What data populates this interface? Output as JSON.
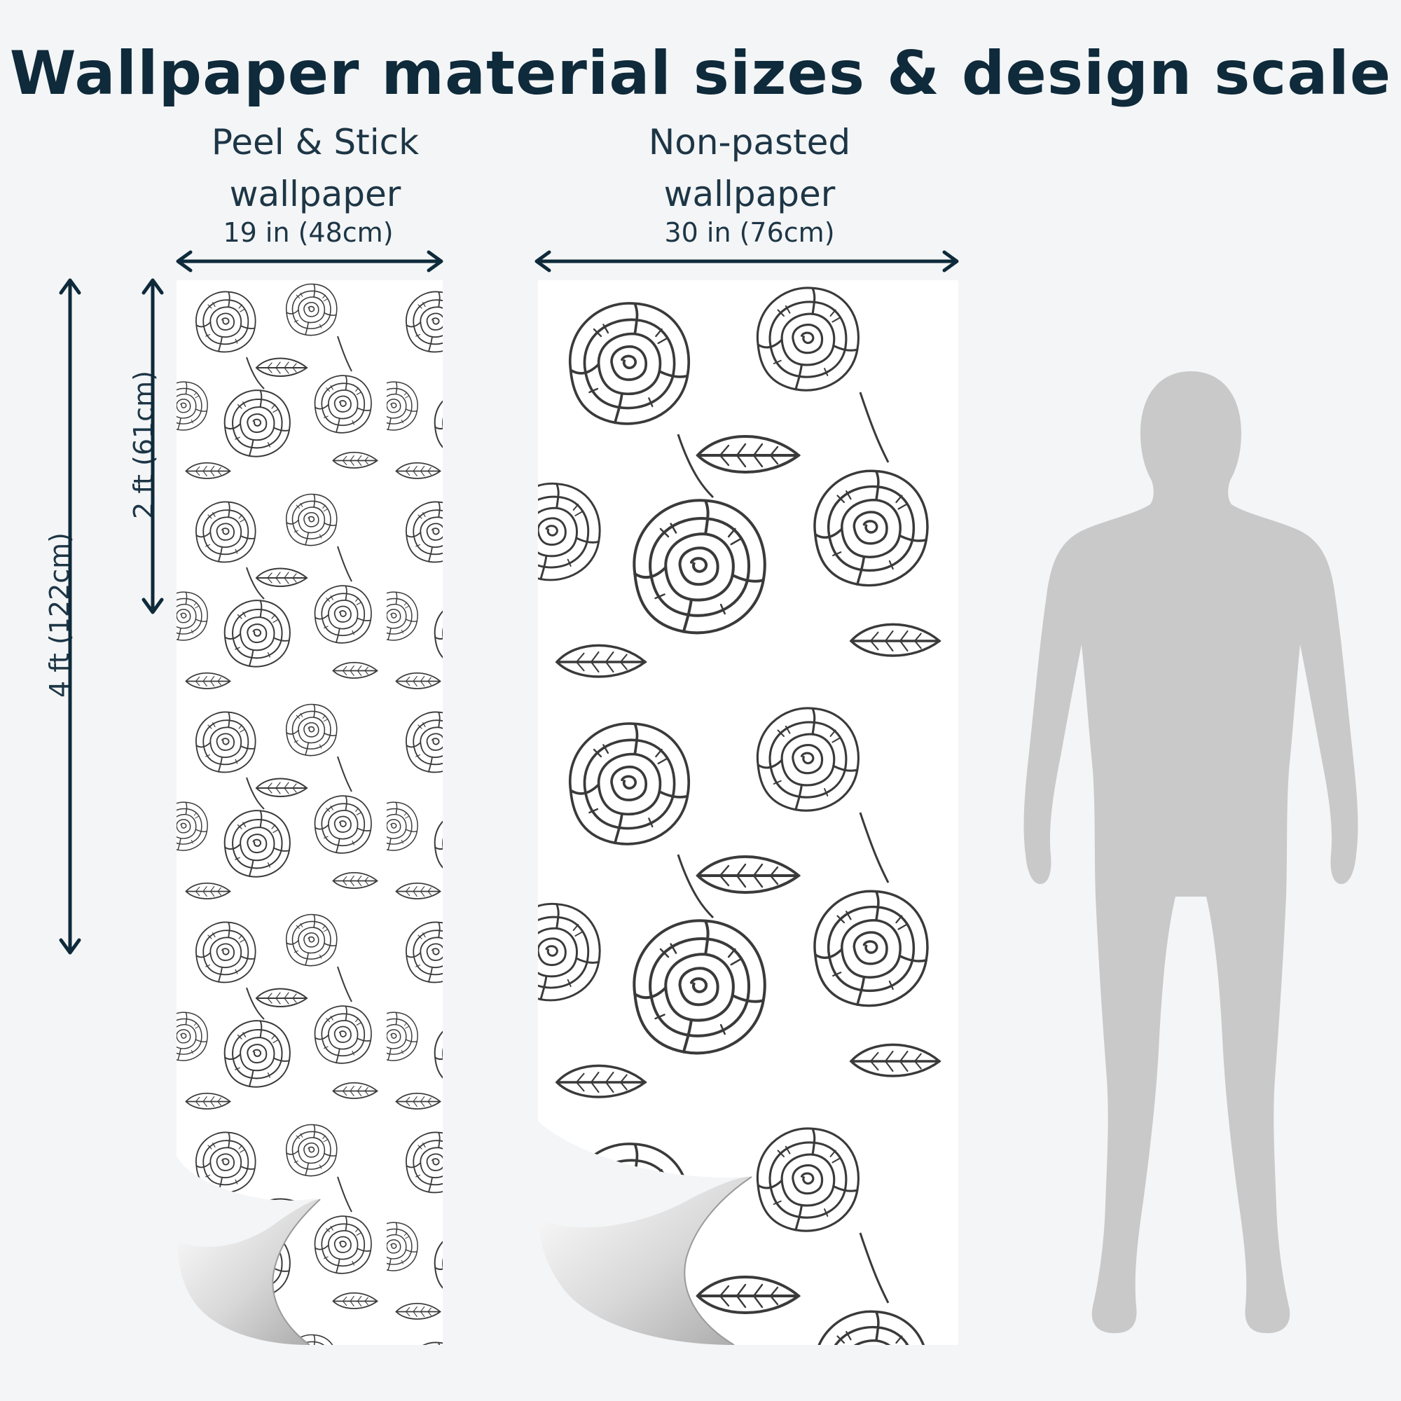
{
  "title": "Wallpaper material sizes & design scale",
  "products": [
    {
      "name_line1": "Peel & Stick",
      "name_line2": "wallpaper",
      "width_label": "19 in (48cm)"
    },
    {
      "name_line1": "Non-pasted",
      "name_line2": "wallpaper",
      "width_label": "30 in (76cm)"
    }
  ],
  "height_labels": {
    "small": "2 ft (61cm)",
    "large": "4 ft (122cm)"
  },
  "pattern": {
    "motif": "line-art roses",
    "line_color": "#3a3a3a",
    "background_color": "#ffffff"
  },
  "colors": {
    "heading": "#0e2a3b",
    "arrow": "#0e2a3b",
    "silhouette": "#c9c9c9",
    "page_background": "#f4f5f6"
  }
}
